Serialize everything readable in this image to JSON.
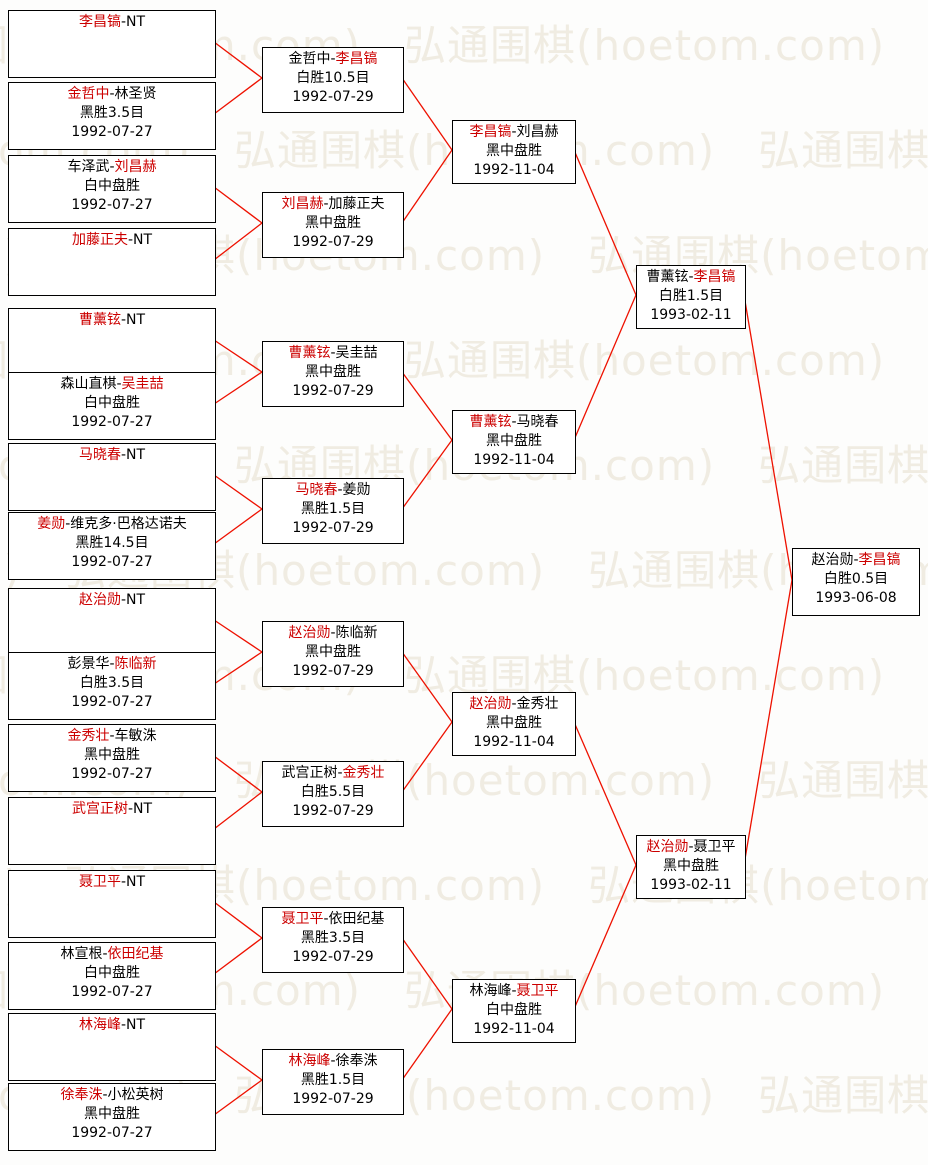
{
  "watermark": {
    "text": "弘通围棋(hoetom.com)"
  },
  "colors": {
    "winner": "#cc0000",
    "connector": "#ee1100",
    "box_border": "#000000",
    "box_bg": "#ffffff",
    "text": "#000000",
    "watermark": "#f0ece2",
    "page_bg": "#fdfdfc"
  },
  "rounds": [
    {
      "matches": [
        {
          "pre": "",
          "win": "李昌镐",
          "post": "-NT",
          "result": "",
          "date": ""
        },
        {
          "pre": "",
          "win": "金哲中",
          "post": "-林圣贤",
          "result": "黑胜3.5目",
          "date": "1992-07-27"
        },
        {
          "pre": "车泽武-",
          "win": "刘昌赫",
          "post": "",
          "result": "白中盘胜",
          "date": "1992-07-27"
        },
        {
          "pre": "",
          "win": "加藤正夫",
          "post": "-NT",
          "result": "",
          "date": ""
        },
        {
          "pre": "",
          "win": "曹薰铉",
          "post": "-NT",
          "result": "",
          "date": ""
        },
        {
          "pre": "森山直棋-",
          "win": "吴圭喆",
          "post": "",
          "result": "白中盘胜",
          "date": "1992-07-27"
        },
        {
          "pre": "",
          "win": "马晓春",
          "post": "-NT",
          "result": "",
          "date": ""
        },
        {
          "pre": "",
          "win": "姜勋",
          "post": "-维克多·巴格达诺夫",
          "result": "黑胜14.5目",
          "date": "1992-07-27"
        },
        {
          "pre": "",
          "win": "赵治勋",
          "post": "-NT",
          "result": "",
          "date": ""
        },
        {
          "pre": "彭景华-",
          "win": "陈临新",
          "post": "",
          "result": "白胜3.5目",
          "date": "1992-07-27"
        },
        {
          "pre": "",
          "win": "金秀壮",
          "post": "-车敏洙",
          "result": "黑中盘胜",
          "date": "1992-07-27"
        },
        {
          "pre": "",
          "win": "武宫正树",
          "post": "-NT",
          "result": "",
          "date": ""
        },
        {
          "pre": "",
          "win": "聂卫平",
          "post": "-NT",
          "result": "",
          "date": ""
        },
        {
          "pre": "林宣根-",
          "win": "依田纪基",
          "post": "",
          "result": "白中盘胜",
          "date": "1992-07-27"
        },
        {
          "pre": "",
          "win": "林海峰",
          "post": "-NT",
          "result": "",
          "date": ""
        },
        {
          "pre": "",
          "win": "徐奉洙",
          "post": "-小松英树",
          "result": "黑中盘胜",
          "date": "1992-07-27"
        }
      ]
    },
    {
      "matches": [
        {
          "pre": "金哲中-",
          "win": "李昌镐",
          "post": "",
          "result": "白胜10.5目",
          "date": "1992-07-29"
        },
        {
          "pre": "",
          "win": "刘昌赫",
          "post": "-加藤正夫",
          "result": "黑中盘胜",
          "date": "1992-07-29"
        },
        {
          "pre": "",
          "win": "曹薰铉",
          "post": "-吴圭喆",
          "result": "黑中盘胜",
          "date": "1992-07-29"
        },
        {
          "pre": "",
          "win": "马晓春",
          "post": "-姜勋",
          "result": "黑胜1.5目",
          "date": "1992-07-29"
        },
        {
          "pre": "",
          "win": "赵治勋",
          "post": "-陈临新",
          "result": "黑中盘胜",
          "date": "1992-07-29"
        },
        {
          "pre": "武宫正树-",
          "win": "金秀壮",
          "post": "",
          "result": "白胜5.5目",
          "date": "1992-07-29"
        },
        {
          "pre": "",
          "win": "聂卫平",
          "post": "-依田纪基",
          "result": "黑胜3.5目",
          "date": "1992-07-29"
        },
        {
          "pre": "",
          "win": "林海峰",
          "post": "-徐奉洙",
          "result": "黑胜1.5目",
          "date": "1992-07-29"
        }
      ]
    },
    {
      "matches": [
        {
          "pre": "",
          "win": "李昌镐",
          "post": "-刘昌赫",
          "result": "黑中盘胜",
          "date": "1992-11-04"
        },
        {
          "pre": "",
          "win": "曹薰铉",
          "post": "-马晓春",
          "result": "黑中盘胜",
          "date": "1992-11-04"
        },
        {
          "pre": "",
          "win": "赵治勋",
          "post": "-金秀壮",
          "result": "黑中盘胜",
          "date": "1992-11-04"
        },
        {
          "pre": "林海峰-",
          "win": "聂卫平",
          "post": "",
          "result": "白中盘胜",
          "date": "1992-11-04"
        }
      ]
    },
    {
      "matches": [
        {
          "pre": "曹薰铉-",
          "win": "李昌镐",
          "post": "",
          "result": "白胜1.5目",
          "date": "1993-02-11"
        },
        {
          "pre": "",
          "win": "赵治勋",
          "post": "-聂卫平",
          "result": "黑中盘胜",
          "date": "1993-02-11"
        }
      ]
    },
    {
      "matches": [
        {
          "pre": "赵治勋-",
          "win": "李昌镐",
          "post": "",
          "result": "白胜0.5目",
          "date": "1993-06-08"
        }
      ]
    }
  ]
}
